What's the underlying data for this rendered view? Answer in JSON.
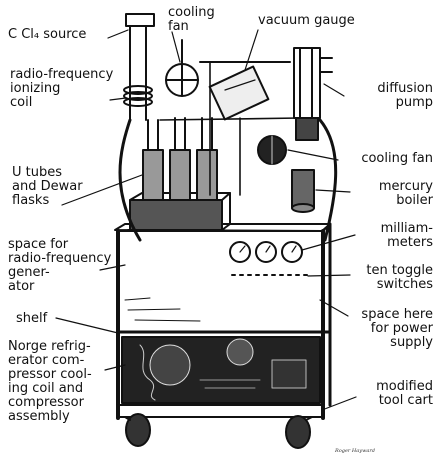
{
  "labels": {
    "ccl4_source": [
      "C Cl₄ source"
    ],
    "cooling_fan_top": [
      "cooling",
      "fan"
    ],
    "vacuum_gauge": [
      "vacuum gauge"
    ],
    "rf_coil": [
      "radio-frequency",
      "ionizing",
      "coil"
    ],
    "diffusion_pump": [
      "diffusion",
      "pump"
    ],
    "u_tubes": [
      "U tubes",
      "and Dewar",
      "flasks"
    ],
    "cooling_fan_right": [
      "cooling fan"
    ],
    "mercury_boiler": [
      "mercury",
      "boiler"
    ],
    "rf_generator": [
      "space for",
      "radio-frequency",
      "gener-",
      "ator"
    ],
    "milliammeters": [
      "milliam-",
      "meters"
    ],
    "toggle_switches": [
      "ten toggle",
      "switches"
    ],
    "shelf": [
      "shelf"
    ],
    "power_supply": [
      "space here",
      "for power",
      "supply"
    ],
    "compressor": [
      "Norge refrig-",
      "erator com-",
      "pressor cool-",
      "ing coil and",
      "compressor",
      "assembly"
    ],
    "tool_cart": [
      "modified",
      "tool cart"
    ]
  },
  "signature": "Roger Hayward",
  "colors": {
    "ink": "#111111",
    "paper": "#ffffff"
  }
}
